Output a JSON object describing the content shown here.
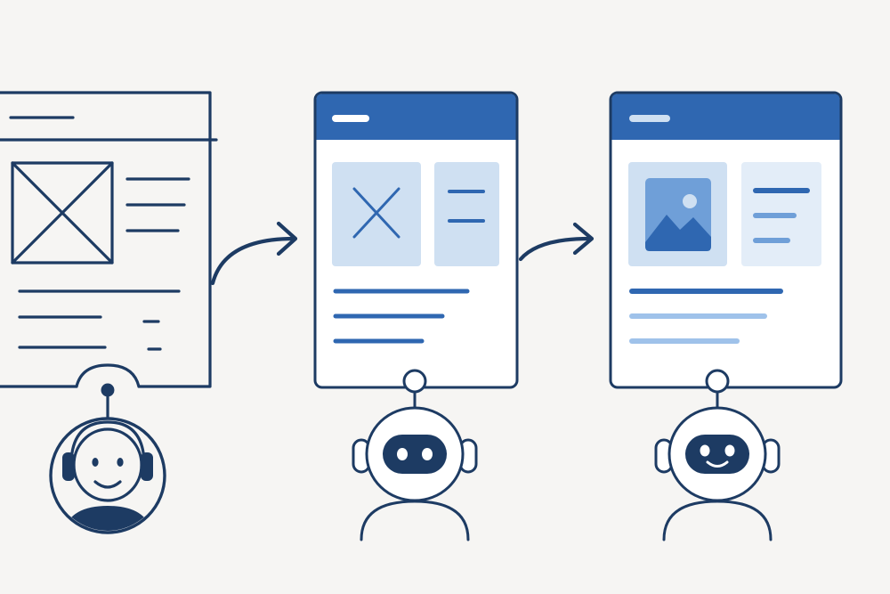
{
  "colors": {
    "background": "#f6f5f3",
    "ink": "#1d3b63",
    "primary": "#2f67b1",
    "light_panel": "#cfe0f2",
    "mid_blue": "#6f9fd8",
    "pale_line": "#9fc2ea",
    "header_bar_light": "#cfe0f2"
  },
  "stages": [
    {
      "id": "wireframe",
      "style": "sketch",
      "avatar": "headset-robot-smiling"
    },
    {
      "id": "mockup",
      "style": "lowfi-blue",
      "avatar": "robot-visor"
    },
    {
      "id": "final",
      "style": "hifi-blue",
      "avatar": "robot-smiling-visor"
    }
  ],
  "connectors": [
    {
      "from": "wireframe",
      "to": "mockup",
      "icon": "curved-arrow-icon"
    },
    {
      "from": "mockup",
      "to": "final",
      "icon": "curved-arrow-icon"
    }
  ]
}
